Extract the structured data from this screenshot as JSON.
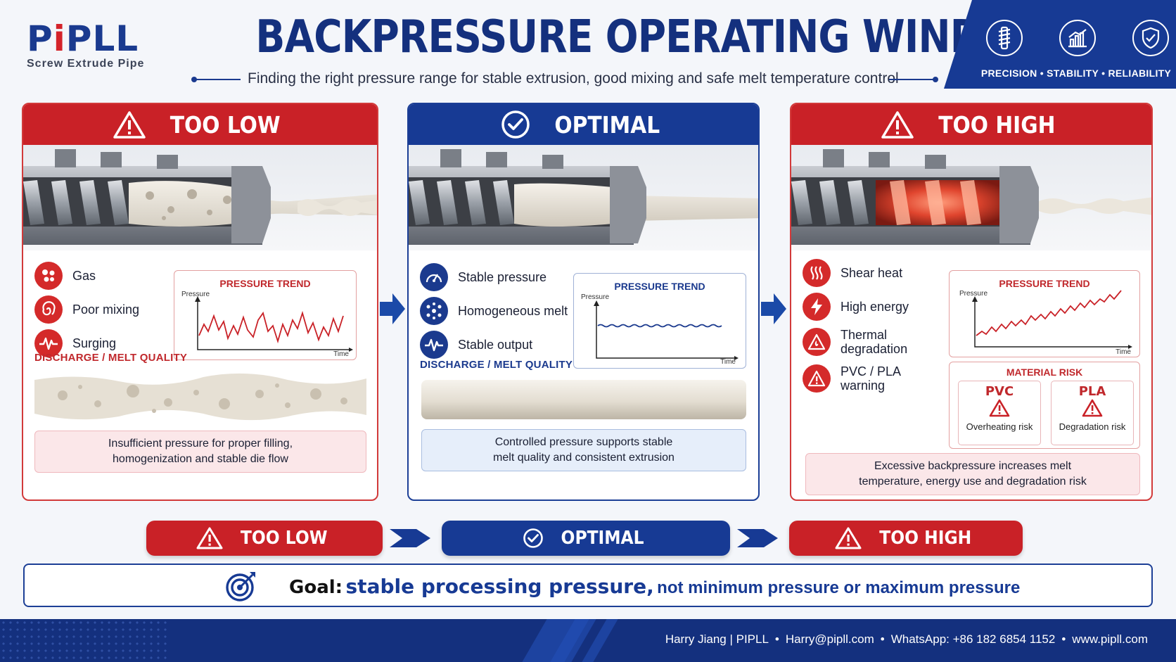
{
  "header": {
    "logo_pre": "P",
    "logo_i": "i",
    "logo_post": "PLL",
    "logo_sub": "Screw Extrude Pipe",
    "title": "BACKPRESSURE OPERATING WINDOW",
    "subtitle": "Finding the right pressure range for stable extrusion, good mixing and safe melt temperature control",
    "badge_text": "PRECISION  •  STABILITY  •  RELIABILITY"
  },
  "cards": {
    "low": {
      "title": "TOO LOW",
      "bullets": [
        "Gas",
        "Poor mixing",
        "Surging"
      ],
      "trend_title": "PRESSURE TREND",
      "axis_y": "Pressure",
      "axis_x": "Time",
      "dq_label": "DISCHARGE / MELT QUALITY",
      "note_line1": "Insufficient pressure for proper filling,",
      "note_line2": "homogenization and stable die flow"
    },
    "opt": {
      "title": "OPTIMAL",
      "bullets": [
        "Stable pressure",
        "Homogeneous melt",
        "Stable output"
      ],
      "trend_title": "PRESSURE TREND",
      "axis_y": "Pressure",
      "axis_x": "Time",
      "dq_label": "DISCHARGE / MELT QUALITY",
      "note_line1": "Controlled pressure supports stable",
      "note_line2": "melt quality and consistent extrusion"
    },
    "high": {
      "title": "TOO HIGH",
      "bullets": [
        "Shear heat",
        "High energy",
        "Thermal degradation",
        "PVC / PLA warning"
      ],
      "trend_title": "PRESSURE TREND",
      "axis_y": "Pressure",
      "axis_x": "Time",
      "risk_title": "MATERIAL RISK",
      "risk_items": [
        {
          "name": "PVC",
          "desc": "Overheating risk"
        },
        {
          "name": "PLA",
          "desc": "Degradation risk"
        }
      ],
      "note_line1": "Excessive backpressure increases melt",
      "note_line2": "temperature, energy use and degradation risk"
    }
  },
  "flow": {
    "low": "TOO LOW",
    "opt": "OPTIMAL",
    "high": "TOO HIGH"
  },
  "goal": {
    "key": "Goal:",
    "highlight": "stable processing pressure,",
    "rest": "not minimum pressure or maximum pressure"
  },
  "footer": {
    "name": "Harry Jiang | PIPLL",
    "email": "Harry@pipll.com",
    "whatsapp": "WhatsApp: +86 182 6854 1152",
    "website": "www.pipll.com"
  },
  "colors": {
    "brand_blue": "#173a94",
    "warning_red": "#c92127"
  }
}
